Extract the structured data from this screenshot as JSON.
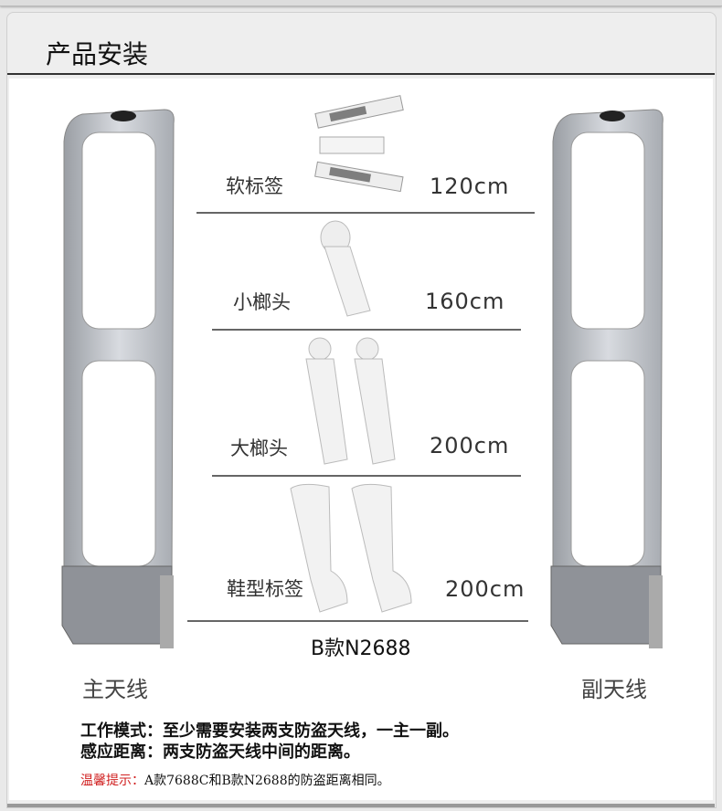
{
  "header": {
    "title": "产品安装"
  },
  "tags": [
    {
      "label": "软标签",
      "distance": "120cm"
    },
    {
      "label": "小榔头",
      "distance": "160cm"
    },
    {
      "label": "大榔头",
      "distance": "200cm"
    },
    {
      "label": "鞋型标签",
      "distance": "200cm"
    }
  ],
  "model": "B款N2688",
  "antennas": {
    "main": "主天线",
    "secondary": "副天线"
  },
  "notes": {
    "work_mode": "工作模式：至少需要安装两支防盗天线，一主一副。",
    "sensing_distance": "感应距离：两支防盗天线中间的距离。",
    "tip_label": "温馨提示：",
    "tip_text": "A款7688C和B款N2688的防盗距离相同。"
  },
  "colors": {
    "tip": "#d02020",
    "rule": "#666666"
  }
}
